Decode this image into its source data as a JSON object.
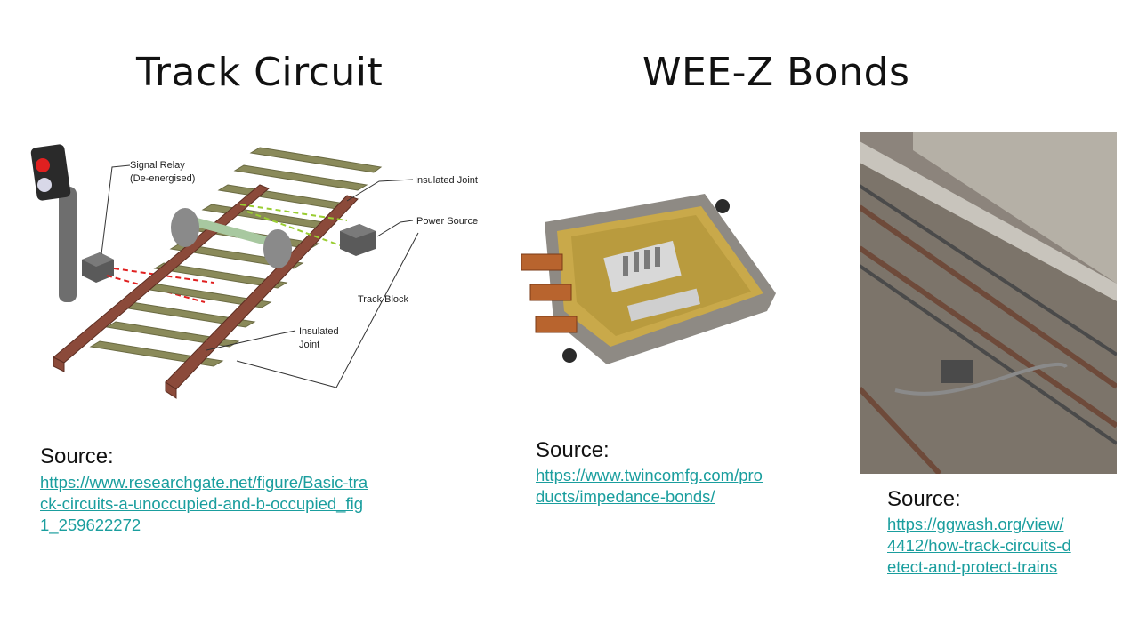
{
  "slide": {
    "left_title": "Track Circuit",
    "right_title": "WEE-Z Bonds"
  },
  "diagram": {
    "labels": {
      "signal_relay": "Signal Relay",
      "relay_state": "(De-energised)",
      "insulated_joint_top": "Insulated Joint",
      "power_source": "Power Source",
      "track_block": "Track Block",
      "insulated_joint_bottom_1": "Insulated",
      "insulated_joint_bottom_2": "Joint"
    }
  },
  "sources": [
    {
      "label": "Source:",
      "url_lines": [
        "https://www.researchgate.net/figure/Basic-tra",
        "ck-circuits-a-unoccupied-and-b-occupied_fig",
        "1_259622272"
      ]
    },
    {
      "label": "Source:",
      "url_lines": [
        "https://www.twincomfg.com/pro",
        "ducts/impedance-bonds/"
      ]
    },
    {
      "label": "Source:",
      "url_lines": [
        "https://ggwash.org/view/",
        "4412/how-track-circuits-d",
        "etect-and-protect-trains"
      ]
    }
  ],
  "colors": {
    "link": "#1a9e9e",
    "rail": "#8b4a3a",
    "sleeper": "#8a8a5a",
    "signal_red": "#e02020"
  }
}
